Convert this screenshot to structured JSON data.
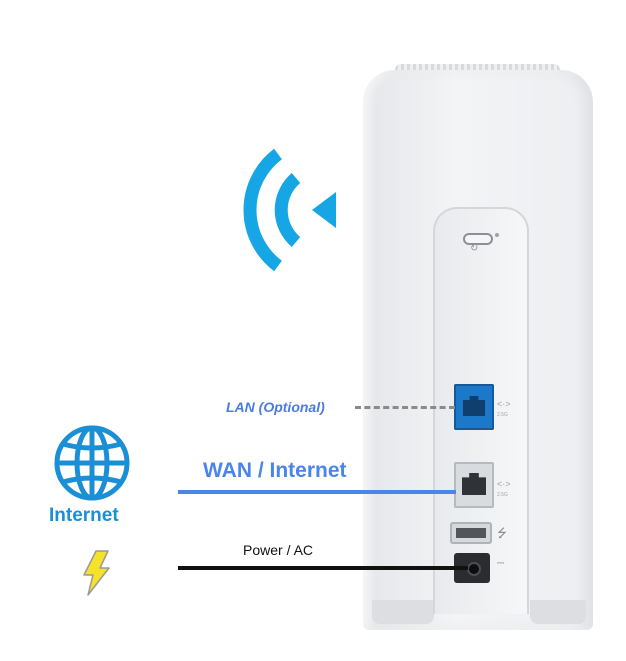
{
  "labels": {
    "lan": "LAN (Optional)",
    "wan": "WAN / Internet",
    "power": "Power / AC",
    "internet": "Internet"
  },
  "icons": {
    "wifi": "wifi-signal-icon",
    "globe": "globe-icon",
    "power": "lightning-bolt-icon",
    "usb": "usb-icon"
  },
  "colors": {
    "wifi": "#16a6e6",
    "globe": "#1b8fd6",
    "wan_cable": "#4a86ea",
    "lan_port": "#1c78c8",
    "power_cable": "#111111",
    "bolt": "#f5e32a"
  },
  "port_glyphs": {
    "lan": "<·>",
    "wan": "<·>",
    "lan_speed": "2.5G",
    "wan_speed": "2.5G",
    "usb": "⭍",
    "dc": "⎓"
  }
}
